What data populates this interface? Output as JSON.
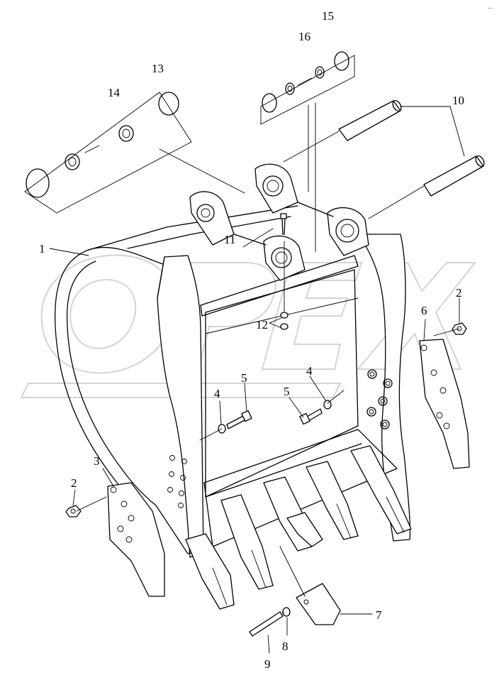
{
  "corner_mark": "---",
  "watermark_text": "OPEX",
  "callouts": [
    {
      "id": "c1",
      "label": "1"
    },
    {
      "id": "c2a",
      "label": "2"
    },
    {
      "id": "c2b",
      "label": "2"
    },
    {
      "id": "c3",
      "label": "3"
    },
    {
      "id": "c4a",
      "label": "4"
    },
    {
      "id": "c4b",
      "label": "4"
    },
    {
      "id": "c5a",
      "label": "5"
    },
    {
      "id": "c5b",
      "label": "5"
    },
    {
      "id": "c6",
      "label": "6"
    },
    {
      "id": "c7",
      "label": "7"
    },
    {
      "id": "c8",
      "label": "8"
    },
    {
      "id": "c9",
      "label": "9"
    },
    {
      "id": "c10",
      "label": "10"
    },
    {
      "id": "c11",
      "label": "11"
    },
    {
      "id": "c12",
      "label": "12"
    },
    {
      "id": "c13",
      "label": "13"
    },
    {
      "id": "c14",
      "label": "14"
    },
    {
      "id": "c15",
      "label": "15"
    },
    {
      "id": "c16",
      "label": "16"
    }
  ]
}
